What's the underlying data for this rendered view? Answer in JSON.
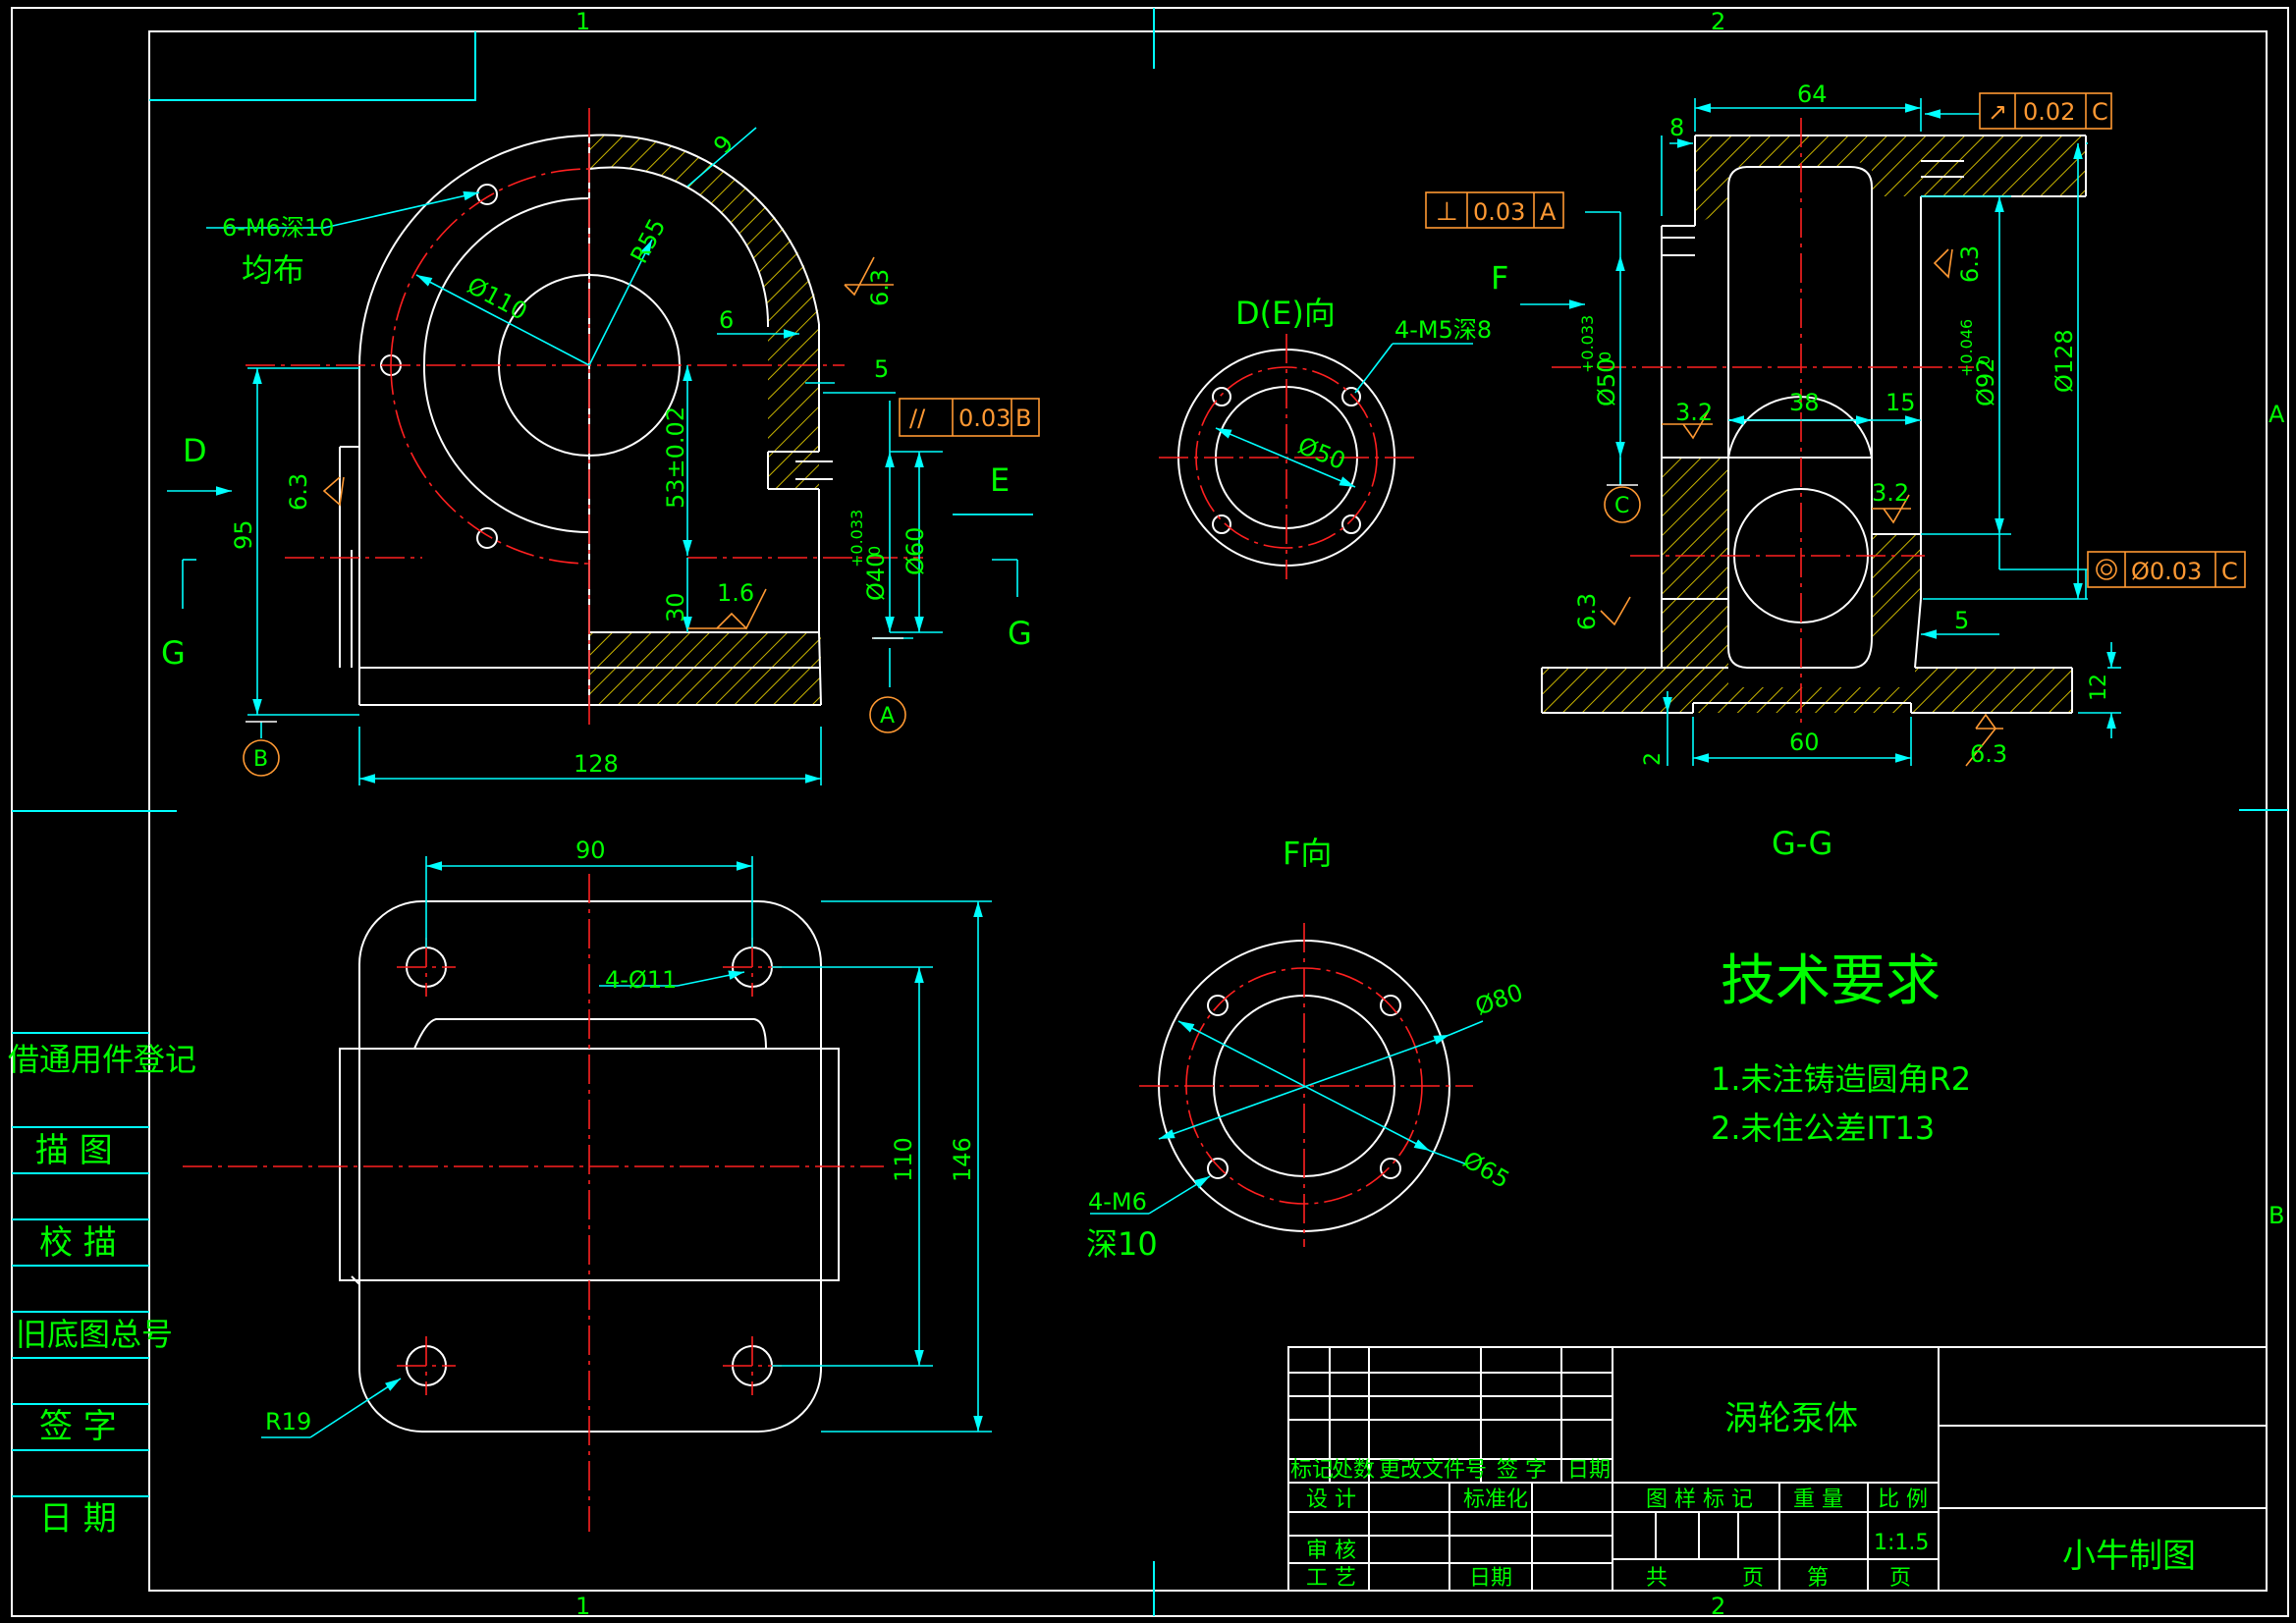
{
  "colors": {
    "background": "#000000",
    "outline": "#ffffff",
    "dimension": "#00ffff",
    "centerline": "#ff2020",
    "text": "#00ff00",
    "annotation": "#ff9933",
    "hatch": "#c8b400"
  },
  "zones": {
    "top_1": "1",
    "top_2": "2",
    "bottom_1": "1",
    "bottom_2": "2",
    "right_a": "A",
    "right_b": "B"
  },
  "side_table": {
    "register": "借通用件登记",
    "trace": "描 图",
    "check_trace": "校 描",
    "old_number": "旧底图总号",
    "sign": "签 字",
    "date": "日 期"
  },
  "front_view": {
    "thread_note": "6-M6深10",
    "even_note": "均布",
    "dia_110": "Ø110",
    "r55": "R55",
    "nine": "9",
    "six": "6",
    "five": "5",
    "rough_63_top": "6.3",
    "rough_63_left": "6.3",
    "rough_16": "1.6",
    "dim_53": "53±0.02",
    "dim_30": "30",
    "dim_40": "Ø40",
    "tol_40": "+0.033",
    "tol_40_low": "0",
    "dim_60": "Ø60",
    "dim_95": "95",
    "dim_128": "128",
    "label_d": "D",
    "label_e": "E",
    "label_g_left": "G",
    "label_g_right": "G",
    "datum_a": "A",
    "datum_b": "B",
    "par_tol": {
      "symbol": "//",
      "value": "0.03",
      "datum": "B"
    }
  },
  "de_view": {
    "title": "D(E)向",
    "thread": "4-M5深8",
    "dia": "Ø50"
  },
  "gg_view": {
    "title": "G-G",
    "dim_64": "64",
    "dim_8": "8",
    "dim_38": "38",
    "dim_15": "15",
    "dim_5": "5",
    "dim_12": "12",
    "dim_2": "2",
    "dim_60": "60",
    "dim_50": "Ø50",
    "tol_50": "+0.033",
    "tol_50_low": "0",
    "dim_92": "Ø92",
    "tol_92": "+0.046",
    "tol_92_low": "0",
    "dim_128": "Ø128",
    "rough_32_a": "3.2",
    "rough_32_b": "3.2",
    "rough_63_a": "6.3",
    "rough_63_b": "6.3",
    "rough_63_c": "6.3",
    "label_f": "F",
    "datum_c": "C",
    "runout_tol": {
      "value": "0.02",
      "datum": "C"
    },
    "perp_tol": {
      "symbol": "⊥",
      "value": "0.03",
      "datum": "A"
    },
    "conc_tol": {
      "value": "Ø0.03",
      "datum": "C"
    }
  },
  "bottom_view": {
    "dim_90": "90",
    "holes": "4-Ø11",
    "dim_110": "110",
    "dim_146": "146",
    "r19": "R19"
  },
  "f_view": {
    "title": "F向",
    "dia_80": "Ø80",
    "dia_65": "Ø65",
    "thread": "4-M6",
    "depth": "深10"
  },
  "tech": {
    "title": "技术要求",
    "item1": "1.未注铸造圆角R2",
    "item2": "2.未住公差IT13"
  },
  "title_block": {
    "part_name": "涡轮泵体",
    "maker": "小牛制图",
    "mark": "标记",
    "count": "处数",
    "change_doc": "更改文件号",
    "sign": "签 字",
    "date": "日期",
    "design": "设 计",
    "standard": "标准化",
    "review": "审 核",
    "process": "工 艺",
    "date2": "日期",
    "sample_mark": "图 样 标 记",
    "weight": "重 量",
    "scale": "比 例",
    "scale_value": "1:1.5",
    "total": "共",
    "sheet": "页",
    "no": "第",
    "sheet2": "页"
  }
}
